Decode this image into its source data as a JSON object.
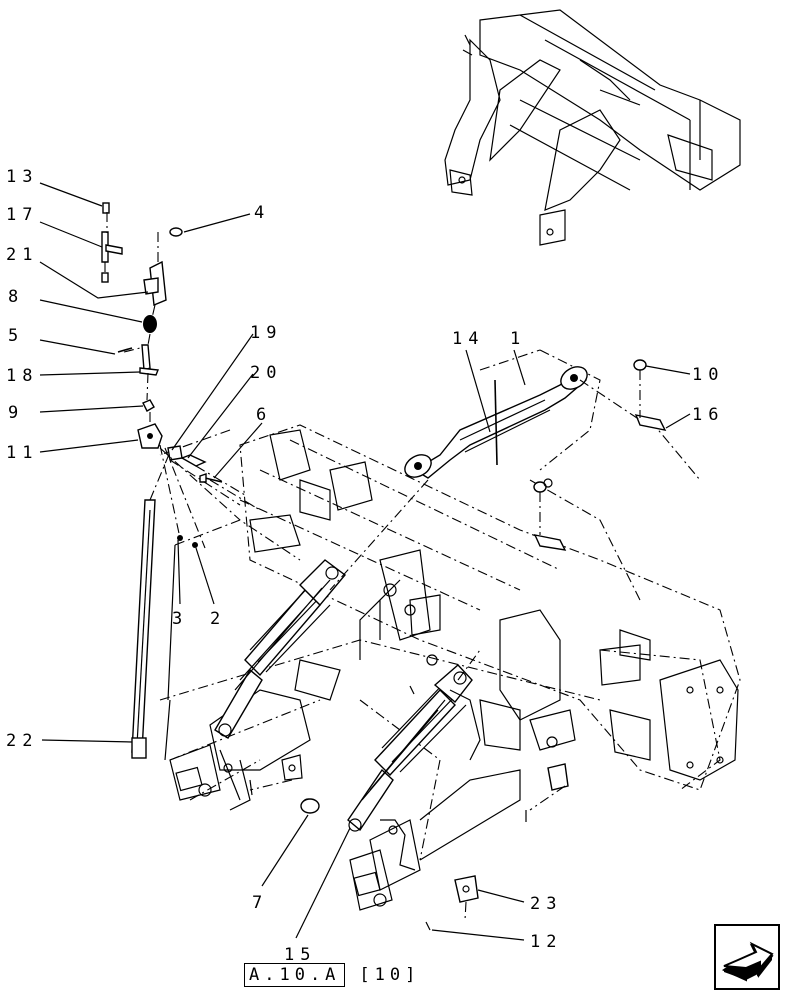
{
  "callouts": [
    "13",
    "17",
    "21",
    "8",
    "5",
    "18",
    "9",
    "11",
    "19",
    "20",
    "6",
    "4",
    "14",
    "1",
    "10",
    "16",
    "3",
    "2",
    "22",
    "7",
    "15",
    "23",
    "12"
  ],
  "reference": {
    "section": "A.10.A",
    "page": "[10]"
  },
  "nav_icon": "arrow-icon"
}
